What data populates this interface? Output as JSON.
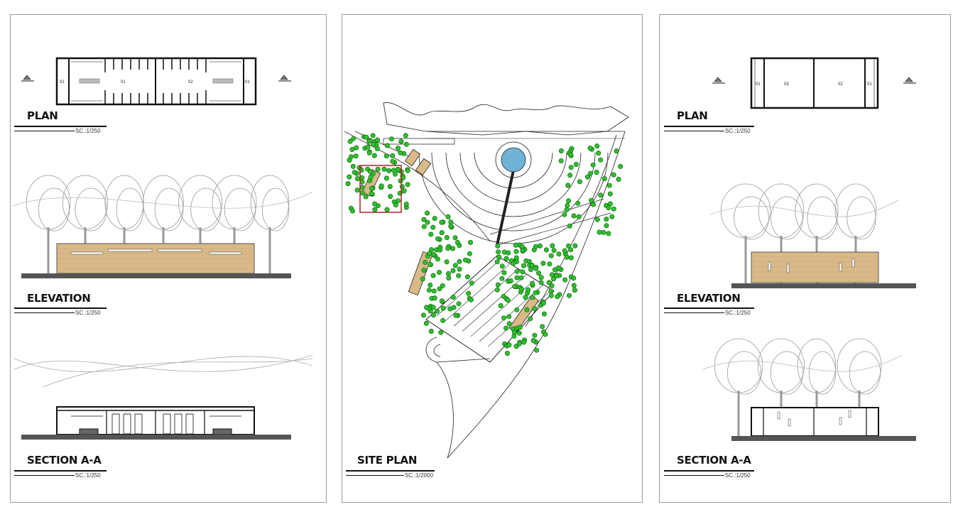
{
  "left_sheet": {
    "plan": {
      "title": "PLAN",
      "scale": "SC.:1/250",
      "room_labels": [
        "01",
        "01",
        "02",
        "01"
      ]
    },
    "elevation": {
      "title": "ELEVATION",
      "scale": "SC.:1/250"
    },
    "section": {
      "title": "SECTION A-A",
      "scale": "SC.:1/250"
    }
  },
  "center_sheet": {
    "site_plan": {
      "title": "SITE PLAN",
      "scale": "SC.:1/2000"
    }
  },
  "right_sheet": {
    "plan": {
      "title": "PLAN",
      "scale": "SC.:1/250",
      "room_labels": [
        "01",
        "03",
        "02",
        "01"
      ]
    },
    "elevation": {
      "title": "ELEVATION",
      "scale": "SC.:1/250"
    },
    "section": {
      "title": "SECTION A-A",
      "scale": "SC.:1/250"
    }
  },
  "colors": {
    "wood": "#d8b987",
    "tree": "#2fbf2f",
    "pool": "#6fb3d9",
    "highlight": "#b22222",
    "building": "#c9a24a"
  }
}
